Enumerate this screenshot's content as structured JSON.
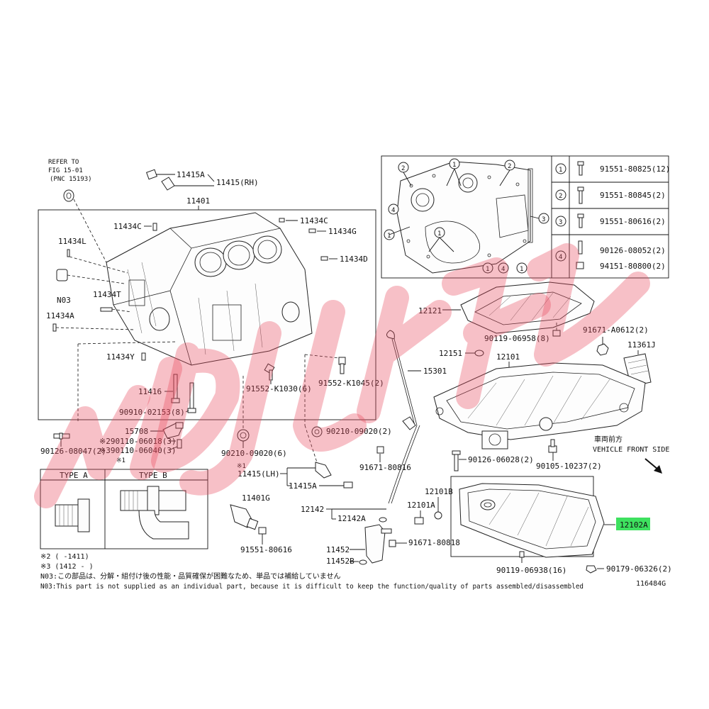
{
  "refer": {
    "line1": "REFER TO",
    "line2": "FIG 15-01",
    "line3": "(PNC 15193)"
  },
  "block_parts": {
    "p11415A": "11415A",
    "p11415RH": "11415(RH)",
    "p11401": "11401",
    "p11434C_left": "11434C",
    "p11434C_right": "11434C",
    "p11434G": "11434G",
    "p11434L": "11434L",
    "p11434D": "11434D",
    "pN03": "N03",
    "p11434T": "11434T",
    "p11434A": "11434A",
    "p11434Y": "11434Y",
    "p11416": "11416",
    "p90910": "90910-02153(8)",
    "p91552_K1030": "91552-K1030(6)",
    "p91552_K1045": "91552-K1045(2)",
    "p15708": "15708",
    "p290110": "※290110-06018(3)",
    "p390110": "※390110-06040(3)",
    "p90126_08047": "90126-08047(2)",
    "p90210_09020_6": "90210-09020(6)",
    "p90210_09020_2": "90210-09020(2)",
    "p11415LH": "11415(LH)",
    "p11415A_lower": "11415A",
    "p11401G": "11401G",
    "p91551_80616": "91551-80616",
    "p91671_80816": "91671-80816"
  },
  "type_box": {
    "mark": "※1",
    "type_a": "TYPE A",
    "type_b": "TYPE B"
  },
  "inset_table": {
    "rows": [
      {
        "num": "1",
        "part": "91551-80825(12)"
      },
      {
        "num": "2",
        "part": "91551-80845(2)"
      },
      {
        "num": "3",
        "part": "91551-80616(2)"
      },
      {
        "num": "4",
        "part": "90126-08052(2)",
        "part2": "94151-80800(2)"
      }
    ]
  },
  "pan_parts": {
    "p12121": "12121",
    "p90119_06958": "90119-06958(8)",
    "p91671_A0612": "91671-A0612(2)",
    "p11361J": "11361J",
    "p12151": "12151",
    "p12101": "12101",
    "p15301": "15301",
    "p90126_06028": "90126-06028(2)",
    "p90105_10237": "90105-10237(2)",
    "front_jp": "車両前方",
    "front_en": "VEHICLE FRONT SIDE",
    "p12101B": "12101B",
    "p12101A": "12101A",
    "p12142": "12142",
    "p12142A": "12142A",
    "p11452": "11452",
    "p11452B": "11452B",
    "p91671_80818": "91671-80818",
    "p12102A": "12102A",
    "p90119_06938": "90119-06938(16)",
    "p90179_06326": "90179-06326(2)"
  },
  "notes": {
    "n2": "※2 (      -1411)",
    "n3": "※3 (1412 -      )",
    "n03_jp": "N03:この部品は、分解・組付け後の性能・品質確保が困難なため、単品では補給していません",
    "n03_en": "N03:This part is not supplied as an individual part, because it is difficult to keep the function/quality of parts assembled/disassembled",
    "fig_code": "116484G"
  },
  "colors": {
    "highlight": "#3ee15f",
    "watermark": "#e84a5f"
  }
}
